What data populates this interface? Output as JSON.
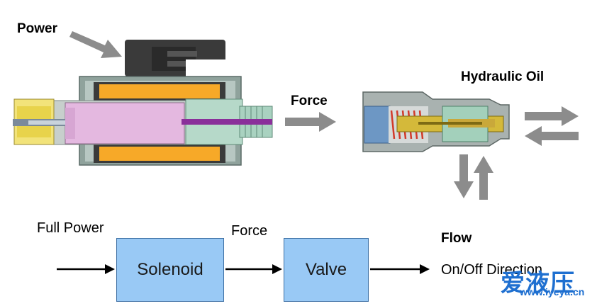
{
  "labels": {
    "power": "Power",
    "force_top": "Force",
    "hydraulic_oil": "Hydraulic Oil",
    "full_power": "Full Power",
    "force_bottom": "Force",
    "flow": "Flow",
    "on_off": "On/Off Direction"
  },
  "blocks": {
    "solenoid": "Solenoid",
    "valve": "Valve"
  },
  "watermark": {
    "cn": "爱液压",
    "url": "www.iyeya.cn"
  },
  "colors": {
    "block_fill": "#99c9f5",
    "arrow_gray": "#8c8c8c",
    "coil_orange": "#f7a928",
    "plunger_pink": "#e4b8e0",
    "brass": "#e8d34b",
    "watermark_blue": "#1e6fd0"
  }
}
